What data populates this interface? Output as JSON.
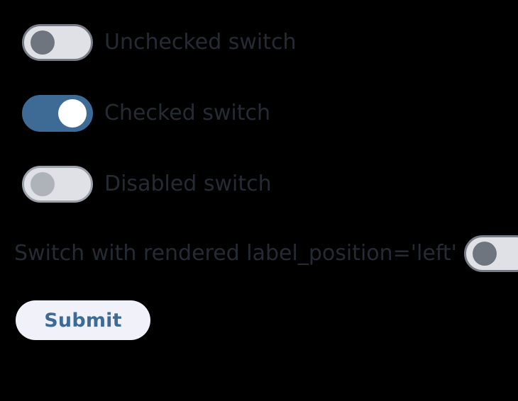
{
  "theme": {
    "background": "#000000",
    "track_off": "#dfe1e6",
    "track_border": "#767b85",
    "track_border_disabled": "#9aa0a8",
    "thumb_off": "#6f757e",
    "thumb_disabled": "#aeb3b9",
    "track_on": "#3d6b96",
    "thumb_on": "#ffffff",
    "label_text": "#262b33",
    "button_background": "#f1f2f9",
    "button_text": "#3d6b96"
  },
  "switches": [
    {
      "name": "unchecked-switch",
      "label": "Unchecked switch",
      "state": "off",
      "disabled": false,
      "label_position": "right"
    },
    {
      "name": "checked-switch",
      "label": "Checked switch",
      "state": "on",
      "disabled": false,
      "label_position": "right"
    },
    {
      "name": "disabled-switch",
      "label": "Disabled switch",
      "state": "off",
      "disabled": true,
      "label_position": "right"
    },
    {
      "name": "left-label-switch",
      "label": "Switch with rendered label_position='left'",
      "state": "off",
      "disabled": false,
      "label_position": "left"
    }
  ],
  "form": {
    "submit_label": "Submit"
  }
}
